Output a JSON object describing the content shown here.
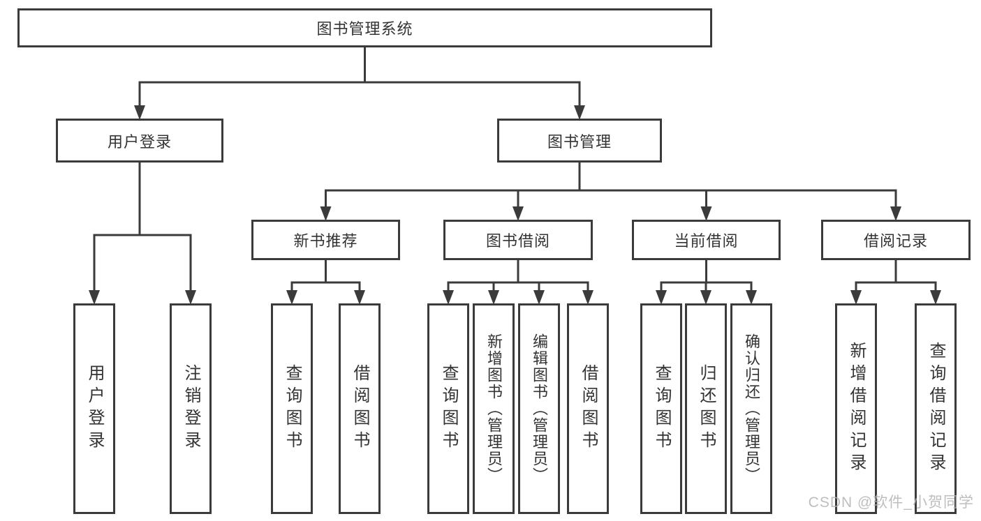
{
  "diagram": {
    "root": {
      "label": "图书管理系统"
    },
    "branches": [
      {
        "label": "用户登录",
        "children": [
          {
            "label": "用户登录"
          },
          {
            "label": "注销登录"
          }
        ]
      },
      {
        "label": "图书管理",
        "children": [
          {
            "label": "新书推荐",
            "children": [
              {
                "label": "查询图书"
              },
              {
                "label": "借阅图书"
              }
            ]
          },
          {
            "label": "图书借阅",
            "children": [
              {
                "label": "查询图书"
              },
              {
                "label": "新增图书（管理员）"
              },
              {
                "label": "编辑图书（管理员）"
              },
              {
                "label": "借阅图书"
              }
            ]
          },
          {
            "label": "当前借阅",
            "children": [
              {
                "label": "查询图书"
              },
              {
                "label": "归还图书"
              },
              {
                "label": "确认归还（管理员）"
              }
            ]
          },
          {
            "label": "借阅记录",
            "children": [
              {
                "label": "新增借阅记录"
              },
              {
                "label": "查询借阅记录"
              }
            ]
          }
        ]
      }
    ]
  },
  "watermark": {
    "text": "CSDN @软件_小贺同学"
  },
  "colors": {
    "line": "#3b3b3b",
    "box_border": "#3b3b3b",
    "text": "#333333",
    "watermark": "#b3b3b3"
  }
}
